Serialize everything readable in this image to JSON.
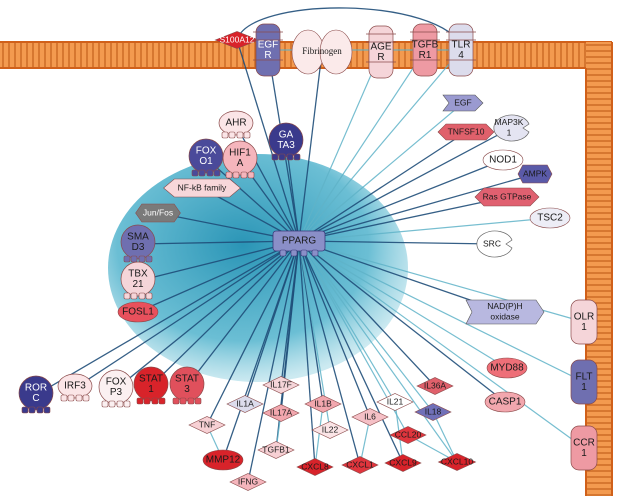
{
  "hub": {
    "label": "PPARG",
    "color": "#8a8fc8"
  },
  "nodes": [
    {
      "id": "S100A12",
      "label": "S100A12",
      "shape": "diamond",
      "color": "#d8232a",
      "text": "#ffffff"
    },
    {
      "id": "EGFR",
      "label": "EGF\nR",
      "shape": "receptor",
      "color": "#6f6fb0",
      "text": "#ffffff"
    },
    {
      "id": "Fibrinogen",
      "label": "Fibrinogen",
      "shape": "double-oval",
      "color": "#fbeaea",
      "text": "#1a1a1a"
    },
    {
      "id": "AGER",
      "label": "AGE\nR",
      "shape": "receptor",
      "color": "#f5d5d9",
      "text": "#1a1a1a"
    },
    {
      "id": "TGFBR1",
      "label": "TGFB\nR1",
      "shape": "receptor",
      "color": "#ee9aa3",
      "text": "#1a1a1a"
    },
    {
      "id": "TLR4",
      "label": "TLR\n4",
      "shape": "receptor",
      "color": "#dcdcec",
      "text": "#1a1a1a"
    },
    {
      "id": "EGF",
      "label": "EGF",
      "shape": "hex-arrow",
      "color": "#9a9ad0",
      "text": "#1a1a1a"
    },
    {
      "id": "MAP3K1",
      "label": "MAP3K\n1",
      "shape": "kinase",
      "color": "#e4e4f2",
      "text": "#1a1a1a"
    },
    {
      "id": "TNFSF10",
      "label": "TNFSF10",
      "shape": "diamond-flat",
      "color": "#e0606b",
      "text": "#1a1a1a"
    },
    {
      "id": "NOD1",
      "label": "NOD1",
      "shape": "oval",
      "color": "#ffffff",
      "text": "#1a1a1a"
    },
    {
      "id": "AMPK",
      "label": "AMPK",
      "shape": "hex",
      "color": "#5a5aa8",
      "text": "#1a1a1a"
    },
    {
      "id": "RasGTPase",
      "label": "Ras GTPase",
      "shape": "hex",
      "color": "#e06070",
      "text": "#1a1a1a"
    },
    {
      "id": "TSC2",
      "label": "TSC2",
      "shape": "oval",
      "color": "#ededf6",
      "text": "#1a1a1a"
    },
    {
      "id": "SRC",
      "label": "SRC",
      "shape": "kinase",
      "color": "#ffffff",
      "text": "#1a1a1a"
    },
    {
      "id": "NADPH",
      "label": "NAD(P)H\noxidase",
      "shape": "hex-arrow",
      "color": "#b8b8e0",
      "text": "#1a1a1a"
    },
    {
      "id": "OLR1",
      "label": "OLR\n1",
      "shape": "receptor-v",
      "color": "#f5d5d9",
      "text": "#1a1a1a"
    },
    {
      "id": "FLT1",
      "label": "FLT\n1",
      "shape": "receptor-v",
      "color": "#6f6fb0",
      "text": "#1a1a1a"
    },
    {
      "id": "CCR1",
      "label": "CCR\n1",
      "shape": "receptor-v",
      "color": "#ee9aa3",
      "text": "#1a1a1a"
    },
    {
      "id": "MYD88",
      "label": "MYD88",
      "shape": "oval",
      "color": "#ee6f78",
      "text": "#1a1a1a"
    },
    {
      "id": "CASP1",
      "label": "CASP1",
      "shape": "oval",
      "color": "#f2a7ae",
      "text": "#1a1a1a"
    },
    {
      "id": "AHR",
      "label": "AHR",
      "shape": "tf",
      "color": "#fbe5e7",
      "text": "#1a1a1a"
    },
    {
      "id": "GATA3",
      "label": "GA\nTA3",
      "shape": "tf",
      "color": "#3a3a8c",
      "text": "#ffffff"
    },
    {
      "id": "FOXO1",
      "label": "FOX\nO1",
      "shape": "tf",
      "color": "#4a4a9a",
      "text": "#ffffff"
    },
    {
      "id": "HIF1A",
      "label": "HIF1\nA",
      "shape": "tf",
      "color": "#f5b5bc",
      "text": "#1a1a1a"
    },
    {
      "id": "NFKB",
      "label": "NF-kB family",
      "shape": "hex",
      "color": "#f7d7da",
      "text": "#1a1a1a"
    },
    {
      "id": "JUNFOS",
      "label": "Jun/Fos",
      "shape": "hex",
      "color": "#7a7a7a",
      "text": "#ffffff"
    },
    {
      "id": "SMAD3",
      "label": "SMA\nD3",
      "shape": "tf",
      "color": "#6f6fb0",
      "text": "#1a1a1a"
    },
    {
      "id": "TBX21",
      "label": "TBX\n21",
      "shape": "tf",
      "color": "#f5d5d9",
      "text": "#1a1a1a"
    },
    {
      "id": "FOSL1",
      "label": "FOSL1",
      "shape": "oval",
      "color": "#e8505c",
      "text": "#1a1a1a"
    },
    {
      "id": "RORC",
      "label": "ROR\nC",
      "shape": "tf",
      "color": "#3a3a8c",
      "text": "#ffffff"
    },
    {
      "id": "IRF3",
      "label": "IRF3",
      "shape": "tf",
      "color": "#fbe5e7",
      "text": "#1a1a1a"
    },
    {
      "id": "FOXP3",
      "label": "FOX\nP3",
      "shape": "tf",
      "color": "#fbf0f1",
      "text": "#1a1a1a"
    },
    {
      "id": "STAT1",
      "label": "STAT\n1",
      "shape": "tf",
      "color": "#d8232a",
      "text": "#1a1a1a"
    },
    {
      "id": "STAT3",
      "label": "STAT\n3",
      "shape": "tf",
      "color": "#e0505c",
      "text": "#1a1a1a"
    },
    {
      "id": "TNF",
      "label": "TNF",
      "shape": "diamond",
      "color": "#f7d0d4",
      "text": "#1a1a1a"
    },
    {
      "id": "IL1A",
      "label": "IL1A",
      "shape": "diamond",
      "color": "#dcdcec",
      "text": "#1a1a1a"
    },
    {
      "id": "IL17F",
      "label": "IL17F",
      "shape": "diamond",
      "color": "#f5d5d9",
      "text": "#1a1a1a"
    },
    {
      "id": "IL17A",
      "label": "IL17A",
      "shape": "diamond",
      "color": "#f2a7ae",
      "text": "#1a1a1a"
    },
    {
      "id": "IL1B",
      "label": "IL1B",
      "shape": "diamond",
      "color": "#f2a7ae",
      "text": "#1a1a1a"
    },
    {
      "id": "IL22",
      "label": "IL22",
      "shape": "diamond",
      "color": "#fbe5e7",
      "text": "#1a1a1a"
    },
    {
      "id": "IL6",
      "label": "IL6",
      "shape": "diamond",
      "color": "#f5c0c6",
      "text": "#1a1a1a"
    },
    {
      "id": "IL21",
      "label": "IL21",
      "shape": "diamond",
      "color": "#ffffff",
      "text": "#1a1a1a"
    },
    {
      "id": "IL36A",
      "label": "IL36A",
      "shape": "diamond",
      "color": "#e0606b",
      "text": "#1a1a1a"
    },
    {
      "id": "IL18",
      "label": "IL18",
      "shape": "diamond",
      "color": "#7070b8",
      "text": "#1a1a1a"
    },
    {
      "id": "MMP12",
      "label": "MMP12",
      "shape": "oval",
      "color": "#d8232a",
      "text": "#1a1a1a"
    },
    {
      "id": "TGFB1",
      "label": "TGFB1",
      "shape": "diamond",
      "color": "#f7d0d4",
      "text": "#1a1a1a"
    },
    {
      "id": "IFNG",
      "label": "IFNG",
      "shape": "diamond",
      "color": "#f5b5bc",
      "text": "#1a1a1a"
    },
    {
      "id": "CXCL8",
      "label": "CXCL8",
      "shape": "diamond",
      "color": "#d8232a",
      "text": "#1a1a1a"
    },
    {
      "id": "CXCL1",
      "label": "CXCL1",
      "shape": "diamond",
      "color": "#e0353d",
      "text": "#1a1a1a"
    },
    {
      "id": "CCL20",
      "label": "CCL20",
      "shape": "diamond",
      "color": "#e0353d",
      "text": "#1a1a1a"
    },
    {
      "id": "CXCL9",
      "label": "CXCL9",
      "shape": "diamond",
      "color": "#d8232a",
      "text": "#1a1a1a"
    },
    {
      "id": "CXCL10",
      "label": "CXCL10",
      "shape": "diamond",
      "color": "#d8232a",
      "text": "#1a1a1a"
    }
  ],
  "colors": {
    "membrane": "#e8741c",
    "membrane_dark": "#b85410",
    "edge_dark": "#1f4e79",
    "edge_light": "#5fb3c8",
    "cluster": "#1b8fb0"
  }
}
